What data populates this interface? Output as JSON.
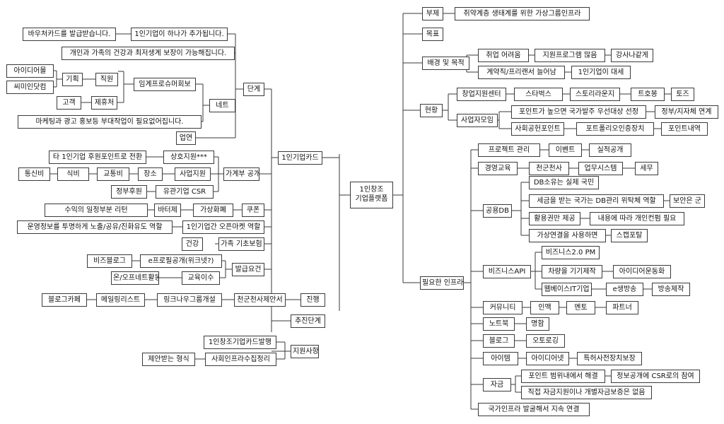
{
  "root": {
    "line1": "1인창조",
    "line2": "기업플랫폼"
  },
  "left": {
    "card": "1인기업카드",
    "stage": "단계",
    "voucher": "바우처카드를 발급받습니다.",
    "one_added": "1인기업이 하나가 추가됩니다.",
    "family": "개인과 가족의 건강과 최저생계 보장이 가능해집니다.",
    "net": "네트",
    "idea_mall": "아이디어몰",
    "seed": "씨미인닷컴",
    "plan": "기획",
    "staff": "직원",
    "proshu": "임계프로슈머회보",
    "customer": "고객",
    "partner_co": "제휴처",
    "marketing": "마케팅과 광고 홍보등 부대작업이 필요없어집니다.",
    "business": "업연",
    "mutual": "상호지원***",
    "convert": "타 1인기업 후원포인트로 전환",
    "bill": "가계부 공개",
    "telecom": "통신비",
    "food": "식비",
    "transport": "교통비",
    "place": "장소",
    "biz_support": "사업지원",
    "gov": "정부후원",
    "csr": "유관기업 CSR",
    "return_": "수익의 일정부분 리턴",
    "barter": "바터제",
    "virtual_money": "가상화폐",
    "coupon": "쿠폰",
    "ops_info": "운영정보를 투명하게 노출/공유/진화유도 역할",
    "open_market": "1인기업간 오픈마켓 역할",
    "health": "건강",
    "insurance": "가족 기초보험",
    "bizblog": "비즈블로그",
    "eprofile": "e프로필공개(위크넷?)",
    "onoff": "온/오프네트활동",
    "edu": "교육이수",
    "issue_req": "발급요건",
    "blogcafe": "블로그카페",
    "mailing": "메일링리스트",
    "linknow": "링크나우그룹개설",
    "cheongun": "천군천사제안서",
    "progress": "진행",
    "push_stage": "추진단계",
    "card_issue": "1인창조기업카드발행",
    "support": "지원사항",
    "proposal": "제안받는 형식",
    "social_infra": "사회인프라수집정리"
  },
  "right": {
    "subtitle": "부제",
    "subtitle_v": "취약계층 생태계를 위한 가상그룹인프라",
    "goal": "목표",
    "bg": "배경 및 목적",
    "job_hard": "취업 어려움",
    "job_prog": "지원프로그램 많음",
    "lecturer": "강사나같게",
    "freelancer": "계약직/프리랜서 늘어남",
    "alt": "1인기업이 대세",
    "status": "현황",
    "startup": "창업지원센터",
    "starbucks": "스타벅스",
    "storylounge": "스토리라운지",
    "treebong": "트호봉",
    "toz": "토즈",
    "bizmoim": "사업자모임",
    "points_high": "포인트가 높으면 국가발주 우선대상 선정",
    "gov_link": "정부/지자체 연계",
    "social_point": "사회공헌포인트",
    "portfolio": "포트폴리오인증장치",
    "point_detail": "포인트내역",
    "need_infra": "필요한 인프라",
    "project_mgmt": "프로젝트 관리",
    "event": "이벤트",
    "perf": "실적공개",
    "mgmt_edu": "경영교육",
    "cheongun_r": "천군천사",
    "work_sys": "업무시스템",
    "tax": "세무",
    "public_db": "공용DB",
    "db_owner": "DB소유는 실제 국민",
    "db_tax": "세금을 받는 국가는 DB관리 위탁체 역할",
    "security": "보안은 군",
    "usage_only": "활용권만 제공",
    "personal_info": "내용에 따라 개인컨펌 필요",
    "virtual_conn": "가상연결을 사용하면",
    "scrap": "스캡포탈",
    "biz_api": "비즈니스API",
    "biz20": "비즈니스2.0 PM",
    "car_create": "차량을 기기제작",
    "idea_move": "아이디어운동화",
    "web_it": "웹베이스IT기업",
    "e_broadcast": "e생방송",
    "broadcast_prod": "방송제작",
    "community": "커뮤니티",
    "inmaek": "인맥",
    "mentor": "멘토",
    "partner": "파트너",
    "notebook": "노트북",
    "hyophap": "명함",
    "blog": "블로그",
    "autolog": "오토로깅",
    "item": "아이템",
    "idea_net": "아이디어넷",
    "patent": "특허사전장치보장",
    "fund": "자금",
    "point_range": "포인트 범위내에서 해결",
    "info_csr": "정보공개에 CSR로의 참여",
    "direct_fund": "직접 자금지원이나 개별자금보증은 없음",
    "national_infra": "국가인프라 발굴해서 지속 연결"
  }
}
